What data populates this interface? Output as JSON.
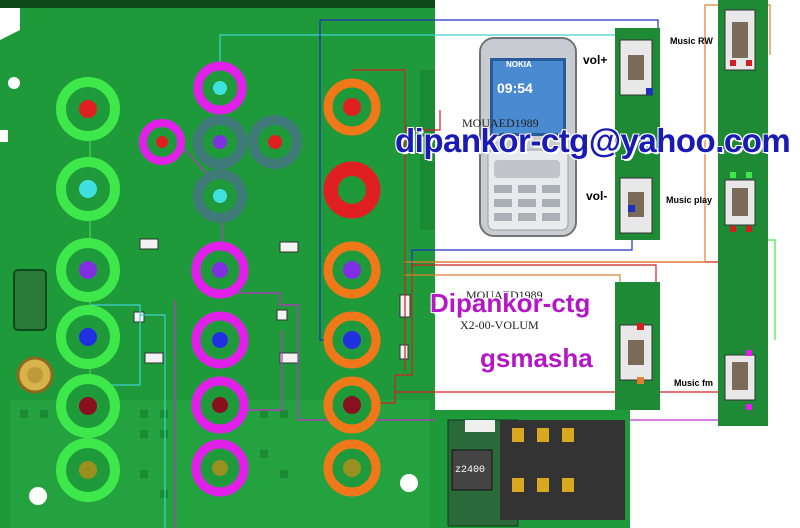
{
  "labels": {
    "music_rw": "Music RW",
    "vol_plus": "vol+",
    "vol_minus": "vol-",
    "music_play": "Music play",
    "music_fm": "Music fm",
    "email_watermark": "dipankor-ctg@yahoo.com",
    "author_watermark": "Dipankor-ctg",
    "site_watermark": "gsmasha",
    "phone_screen_time": "09:54",
    "phone_brand": "NOKIA",
    "faint_watermark_1": "MOUAED1989",
    "faint_watermark_2": "MOUAED1989",
    "faint_label_volume": "X2-00-VOLUM",
    "ic_marking": "z2400"
  },
  "colors": {
    "pcb_green": "#1f9a3a",
    "pad_green": "#3ee84a",
    "pad_magenta": "#e020e8",
    "pad_orange": "#f07818",
    "pad_gray": "#3f7a78",
    "pad_red": "#e02020",
    "wire_red": "#d02020",
    "wire_blue": "#2030c0",
    "wire_magenta": "#c030d0",
    "wire_cyan": "#40d0d0",
    "wire_orange": "#e08030",
    "email_blue": "#1a1ab4",
    "watermark_purple": "#b416c8"
  }
}
